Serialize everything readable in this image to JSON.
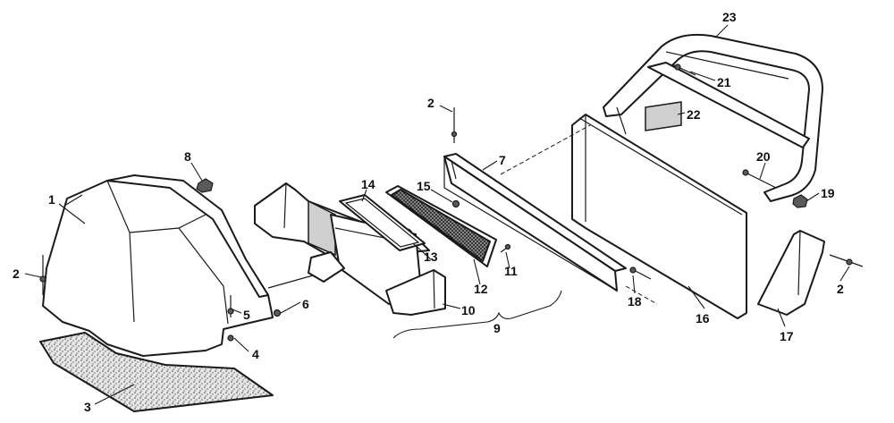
{
  "callouts": {
    "c1": "1",
    "c2a": "2",
    "c2b": "2",
    "c2c": "2",
    "c3": "3",
    "c4": "4",
    "c5": "5",
    "c6": "6",
    "c7": "7",
    "c8": "8",
    "c9": "9",
    "c10": "10",
    "c11": "11",
    "c12": "12",
    "c13": "13",
    "c14": "14",
    "c15": "15",
    "c16": "16",
    "c17": "17",
    "c18": "18",
    "c19": "19",
    "c20": "20",
    "c21": "21",
    "c22": "22",
    "c23": "23"
  }
}
